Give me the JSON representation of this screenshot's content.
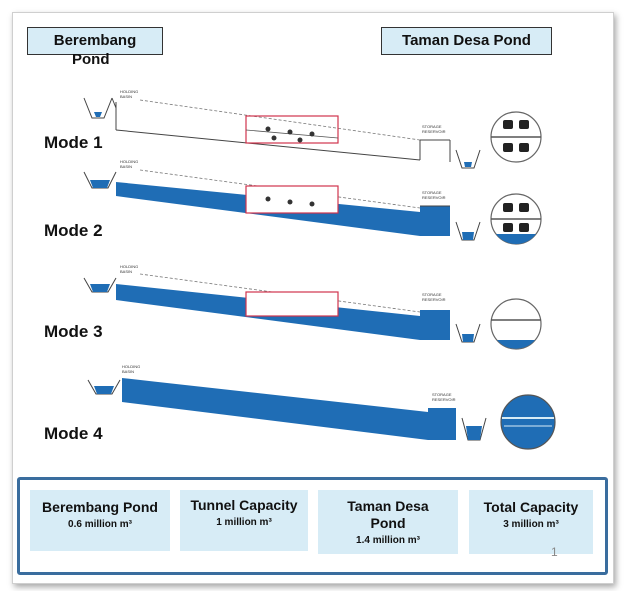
{
  "header": {
    "left_title": "Berembang",
    "left_title_line2": "Pond",
    "right_title": "Taman Desa Pond"
  },
  "modes": [
    {
      "label": "Mode 1"
    },
    {
      "label": "Mode 2"
    },
    {
      "label": "Mode 3"
    },
    {
      "label": "Mode 4"
    }
  ],
  "diagram_labels": {
    "holding": "HOLDING",
    "basin": "BASIN",
    "storage": "STORAGE",
    "reservoir": "RESERVOIR"
  },
  "capacity": [
    {
      "title": "Berembang Pond",
      "value": "0.6 million m³"
    },
    {
      "title": "Tunnel Capacity",
      "value": "1 million m³"
    },
    {
      "title": "Taman Desa Pond",
      "value": "1.4 million m³"
    },
    {
      "title": "Total Capacity",
      "value": "3 million m³"
    }
  ],
  "page_number": "1",
  "colors": {
    "water": "#1f6db5",
    "box_fill": "#d7ecf6",
    "frame": "#3a6d9e",
    "barrier": "#d0344d"
  }
}
